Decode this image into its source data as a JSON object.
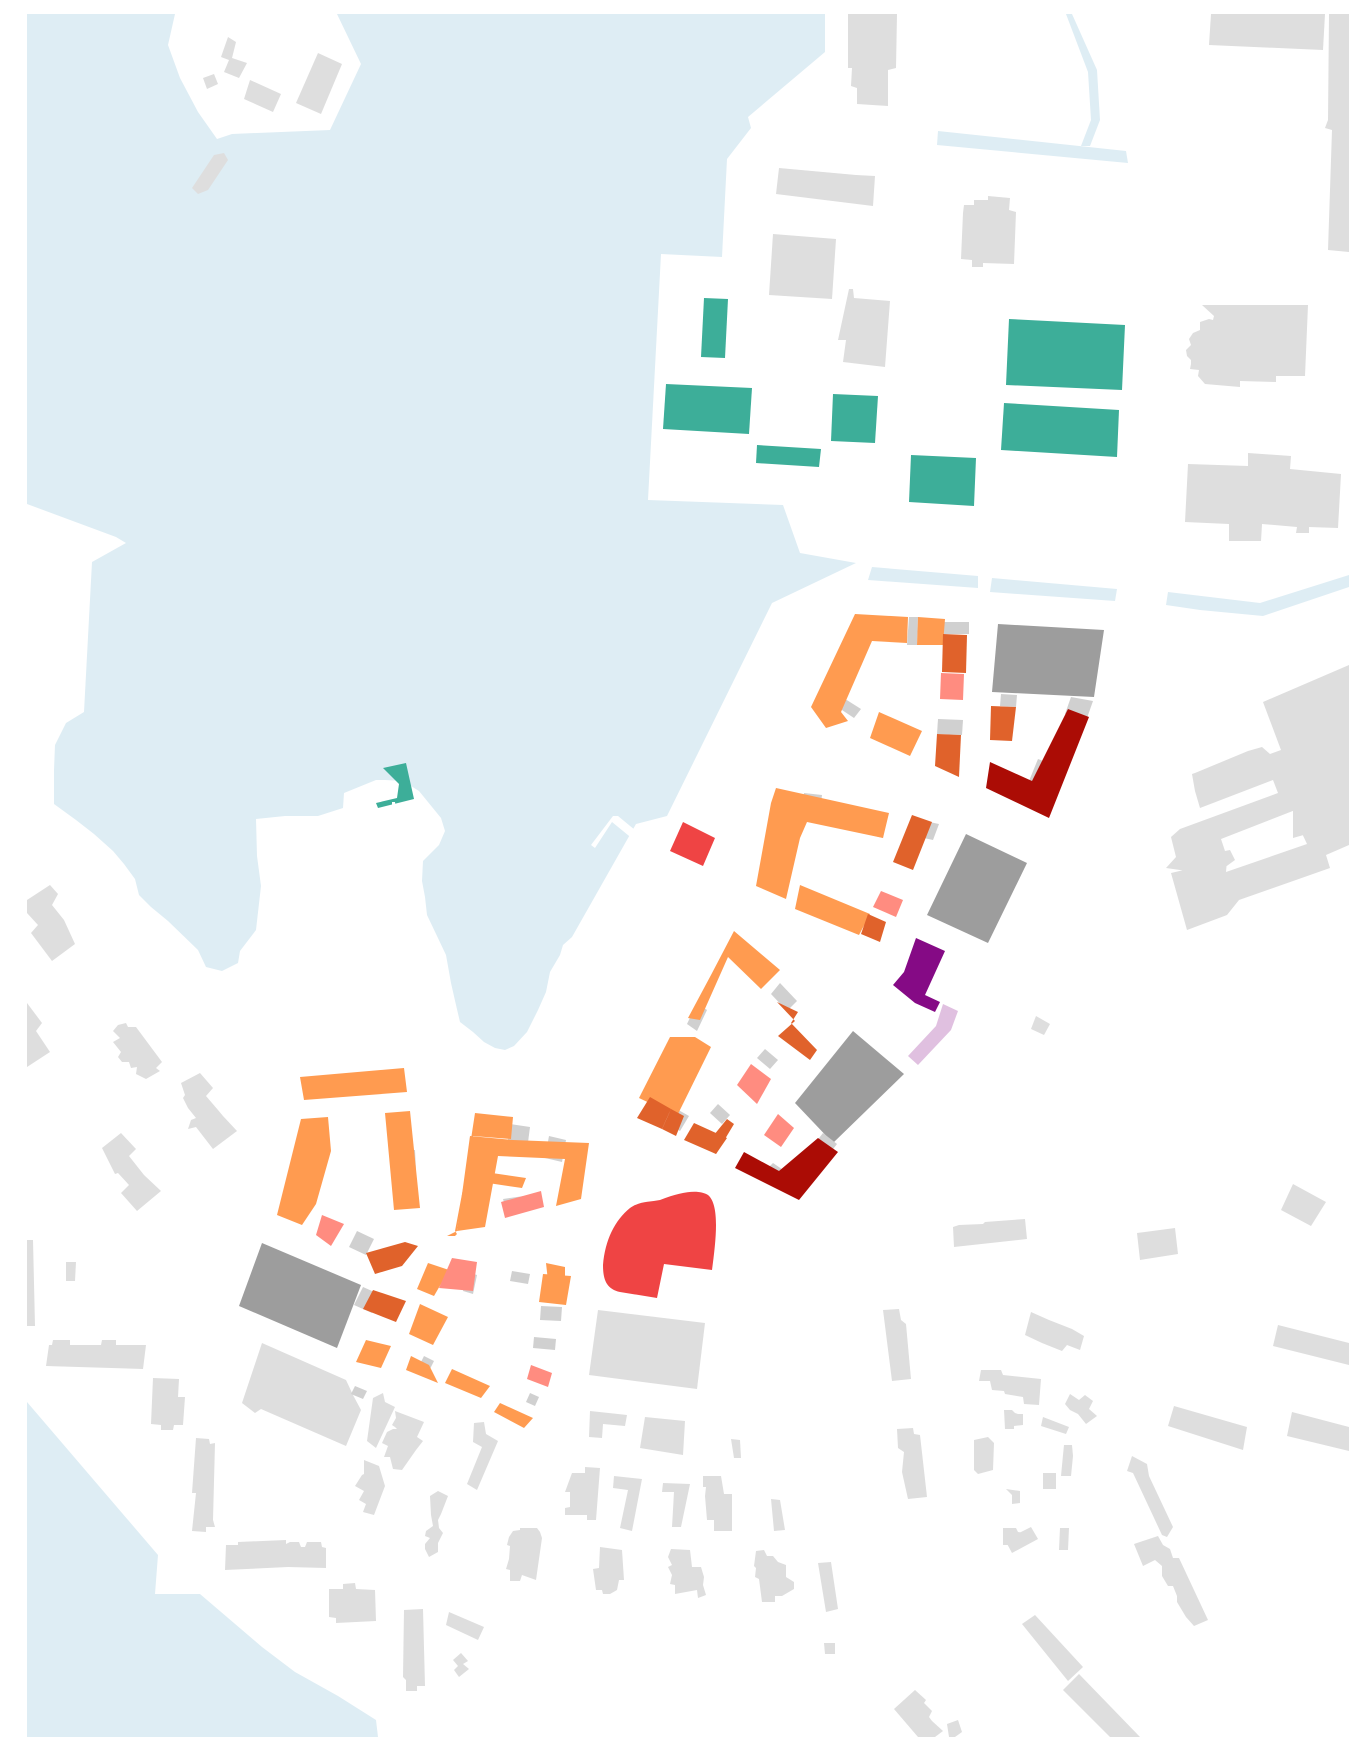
{
  "map": {
    "colors": {
      "water": "#deedf4",
      "land": "#ffffff",
      "context_building": "#dedede",
      "gap_segment": "#d0d0d0",
      "existing_building": "#9d9d9d",
      "use_light_orange": "#ff9b50",
      "use_dark_orange": "#e0622b",
      "use_salmon": "#ff8c80",
      "use_dark_red": "#ab0c05",
      "use_red": "#ef4444",
      "use_teal": "#3dae99",
      "use_purple": "#850a85",
      "use_lilac": "#e0c0e0"
    },
    "feature_classes": [
      "water",
      "context-building",
      "existing-building",
      "planned-building-light-orange",
      "planned-building-dark-orange",
      "planned-building-salmon",
      "planned-building-dark-red",
      "planned-building-red",
      "planned-building-teal",
      "planned-building-purple",
      "planned-building-lilac"
    ]
  }
}
